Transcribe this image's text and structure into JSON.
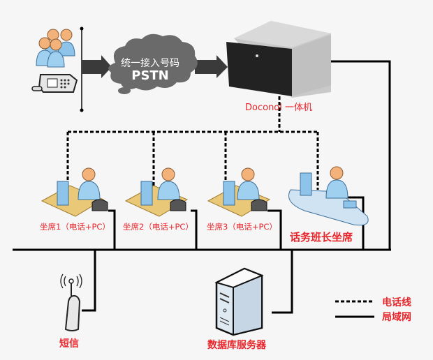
{
  "cloud": {
    "line1": "统一接入号码",
    "line2": "PSTN"
  },
  "server": {
    "label": "Doconol 一体机"
  },
  "seats": [
    {
      "label": "坐席1（电话+PC）"
    },
    {
      "label": "坐席2（电话+PC）"
    },
    {
      "label": "坐席3（电话+PC）"
    }
  ],
  "supervisor": {
    "label": "话务班长坐席"
  },
  "sms": {
    "label": "短信"
  },
  "db": {
    "label": "数据库服务器"
  },
  "legend": [
    {
      "style": "dashed",
      "label": "电话线"
    },
    {
      "style": "solid",
      "label": "局域网"
    }
  ],
  "colors": {
    "label": "#e8252b",
    "line": "#000000",
    "arrow": "#3a3a3a",
    "cloud": "#6a6a6a"
  }
}
